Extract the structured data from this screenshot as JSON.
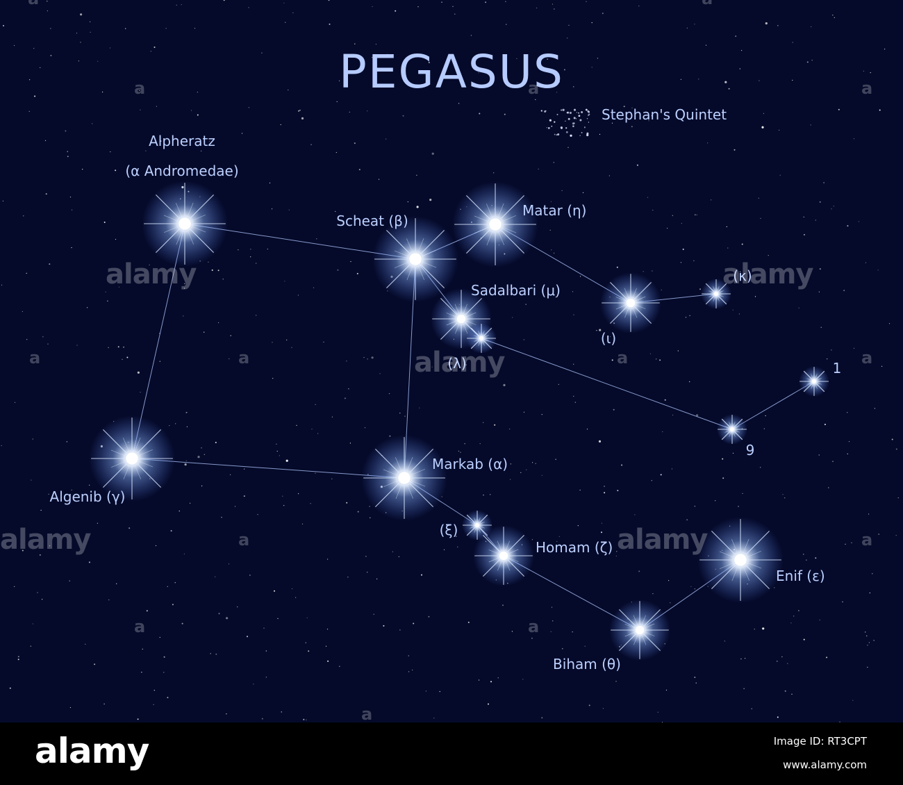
{
  "title": "Pegasus",
  "colors": {
    "background": "#050a2a",
    "star_core": "#ffffff",
    "star_glow": "#9cc4ff",
    "lines": "#9fb4e8",
    "labels": "#bcd0ff"
  },
  "stars": [
    {
      "id": "alpheratz",
      "label_lines": [
        "Alpheratz",
        "(α Andromedae)"
      ],
      "magnitude": "bright"
    },
    {
      "id": "scheat",
      "label_lines": [
        "Scheat (β)"
      ],
      "magnitude": "bright"
    },
    {
      "id": "matar",
      "label_lines": [
        "Matar (η)"
      ],
      "magnitude": "bright"
    },
    {
      "id": "sadalbari",
      "label_lines": [
        "Sadalbari (μ)"
      ],
      "magnitude": "medium"
    },
    {
      "id": "lambda",
      "label_lines": [
        "(λ)"
      ],
      "magnitude": "small"
    },
    {
      "id": "iota",
      "label_lines": [
        "(ι)"
      ],
      "magnitude": "medium"
    },
    {
      "id": "kappa",
      "label_lines": [
        "(κ)"
      ],
      "magnitude": "small"
    },
    {
      "id": "one",
      "label_lines": [
        "1"
      ],
      "magnitude": "small"
    },
    {
      "id": "nine",
      "label_lines": [
        "9"
      ],
      "magnitude": "small"
    },
    {
      "id": "algenib",
      "label_lines": [
        "Algenib (γ)"
      ],
      "magnitude": "bright"
    },
    {
      "id": "markab",
      "label_lines": [
        "Markab (α)"
      ],
      "magnitude": "bright"
    },
    {
      "id": "xi",
      "label_lines": [
        "(ξ)"
      ],
      "magnitude": "small"
    },
    {
      "id": "homam",
      "label_lines": [
        "Homam (ζ)"
      ],
      "magnitude": "medium"
    },
    {
      "id": "biham",
      "label_lines": [
        "Biham (θ)"
      ],
      "magnitude": "medium"
    },
    {
      "id": "enif",
      "label_lines": [
        "Enif (ε)"
      ],
      "magnitude": "bright"
    }
  ],
  "connections": [
    [
      "alpheratz",
      "scheat"
    ],
    [
      "scheat",
      "matar"
    ],
    [
      "matar",
      "iota"
    ],
    [
      "iota",
      "kappa"
    ],
    [
      "scheat",
      "sadalbari"
    ],
    [
      "sadalbari",
      "lambda"
    ],
    [
      "lambda",
      "nine"
    ],
    [
      "nine",
      "one"
    ],
    [
      "alpheratz",
      "algenib"
    ],
    [
      "algenib",
      "markab"
    ],
    [
      "scheat",
      "markab"
    ],
    [
      "markab",
      "xi"
    ],
    [
      "xi",
      "homam"
    ],
    [
      "homam",
      "biham"
    ],
    [
      "biham",
      "enif"
    ]
  ],
  "deep_sky_object": {
    "label": "Stephan's Quintet"
  },
  "watermark": {
    "text": "alamy",
    "letter": "a"
  },
  "footer": {
    "logo": "alamy",
    "image_id": "Image ID: RT3CPT",
    "url": "www.alamy.com"
  }
}
